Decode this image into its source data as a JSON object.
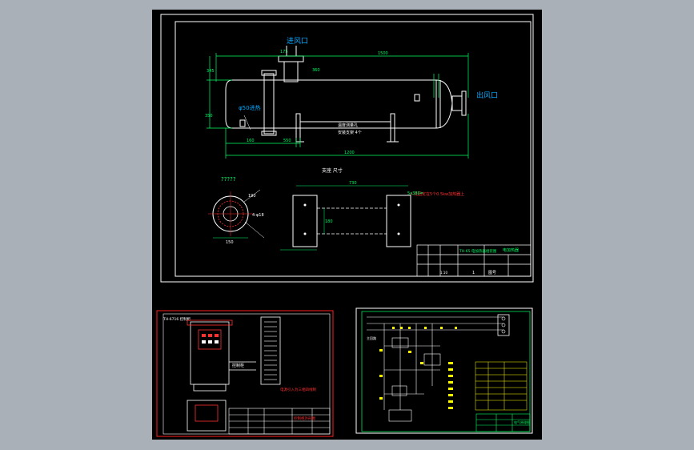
{
  "colors": {
    "background": "#a9b0b8",
    "sheet": "#000000",
    "frame": "#ffffff",
    "drawing": "#ffffff",
    "dimension": "#00ff66",
    "callout": "#00aaff",
    "accent": "#ff3030",
    "label": "#ffff00",
    "magenta": "#ff00ff"
  },
  "drawing1": {
    "inlet_label": "进风口",
    "outlet_label": "出风口",
    "top_length_dim": "1500",
    "left_height_dim": "345",
    "left_dia_dim": "350",
    "small_dim_a": "175",
    "small_dim_b": "360",
    "bottom_length_dim": "1200",
    "segment_a": "160",
    "segment_b": "550",
    "note_pipe": "φ50进热",
    "inner_label_a": "温度测量孔",
    "inner_label_b": "安装支架 4个",
    "detail_title": "?????",
    "section_title": "支座 尺寸",
    "support_dim": "730",
    "support_height": "180",
    "red_note": "人孔固定在5个0.5kw加热器上",
    "green_note": "5x380=",
    "flange_dim_a": "190",
    "flange_dim_b": "4-φ18",
    "flange_dim_c": "150",
    "title_block_text": "TH-65 电加热器组装图",
    "title_block_code": "电加热器",
    "title_block_scale": "1:10",
    "title_block_sheet": "1",
    "title_block_label": "图号"
  },
  "drawing2": {
    "header": "TH-6716 控制柜",
    "cabinet_label": "控制柜",
    "note_red": "电源引入为三相四线制",
    "title_block": "控制柜外形图"
  },
  "drawing3": {
    "title_block": "电气原理图",
    "note": "主回路"
  }
}
